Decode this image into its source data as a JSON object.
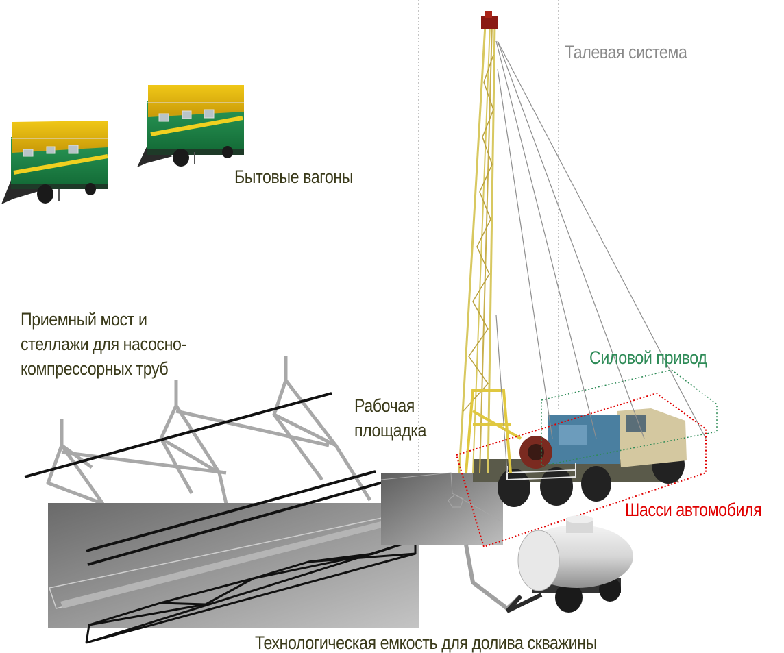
{
  "labels": {
    "hoist_system": "Талевая система",
    "trailers": "Бытовые вагоны",
    "pipe_bridge": [
      "Приемный мост и",
      "стеллажи для насосно-",
      "компрессорных труб"
    ],
    "work_platform": [
      "Рабочая",
      "площадка"
    ],
    "power_drive": "Силовой привод",
    "truck_chassis": "Шасси автомобиля",
    "tank": "Технологическая емкость для долива скважины"
  },
  "colors": {
    "hoist_system": "#8a8a8a",
    "trailers": "#3a3a1a",
    "pipe_bridge": "#3a3a1a",
    "work_platform": "#3a3a1a",
    "power_drive": "#2e8b57",
    "truck_chassis": "#e00000",
    "tank": "#3a3a1a",
    "trailer_body": "#1f8a4c",
    "trailer_roof": "#e2b70c",
    "trailer_stripe": "#f0d020",
    "mast": "#d8c860",
    "cab": "#d4c8a0",
    "drive_unit": "#4a7fa0"
  }
}
